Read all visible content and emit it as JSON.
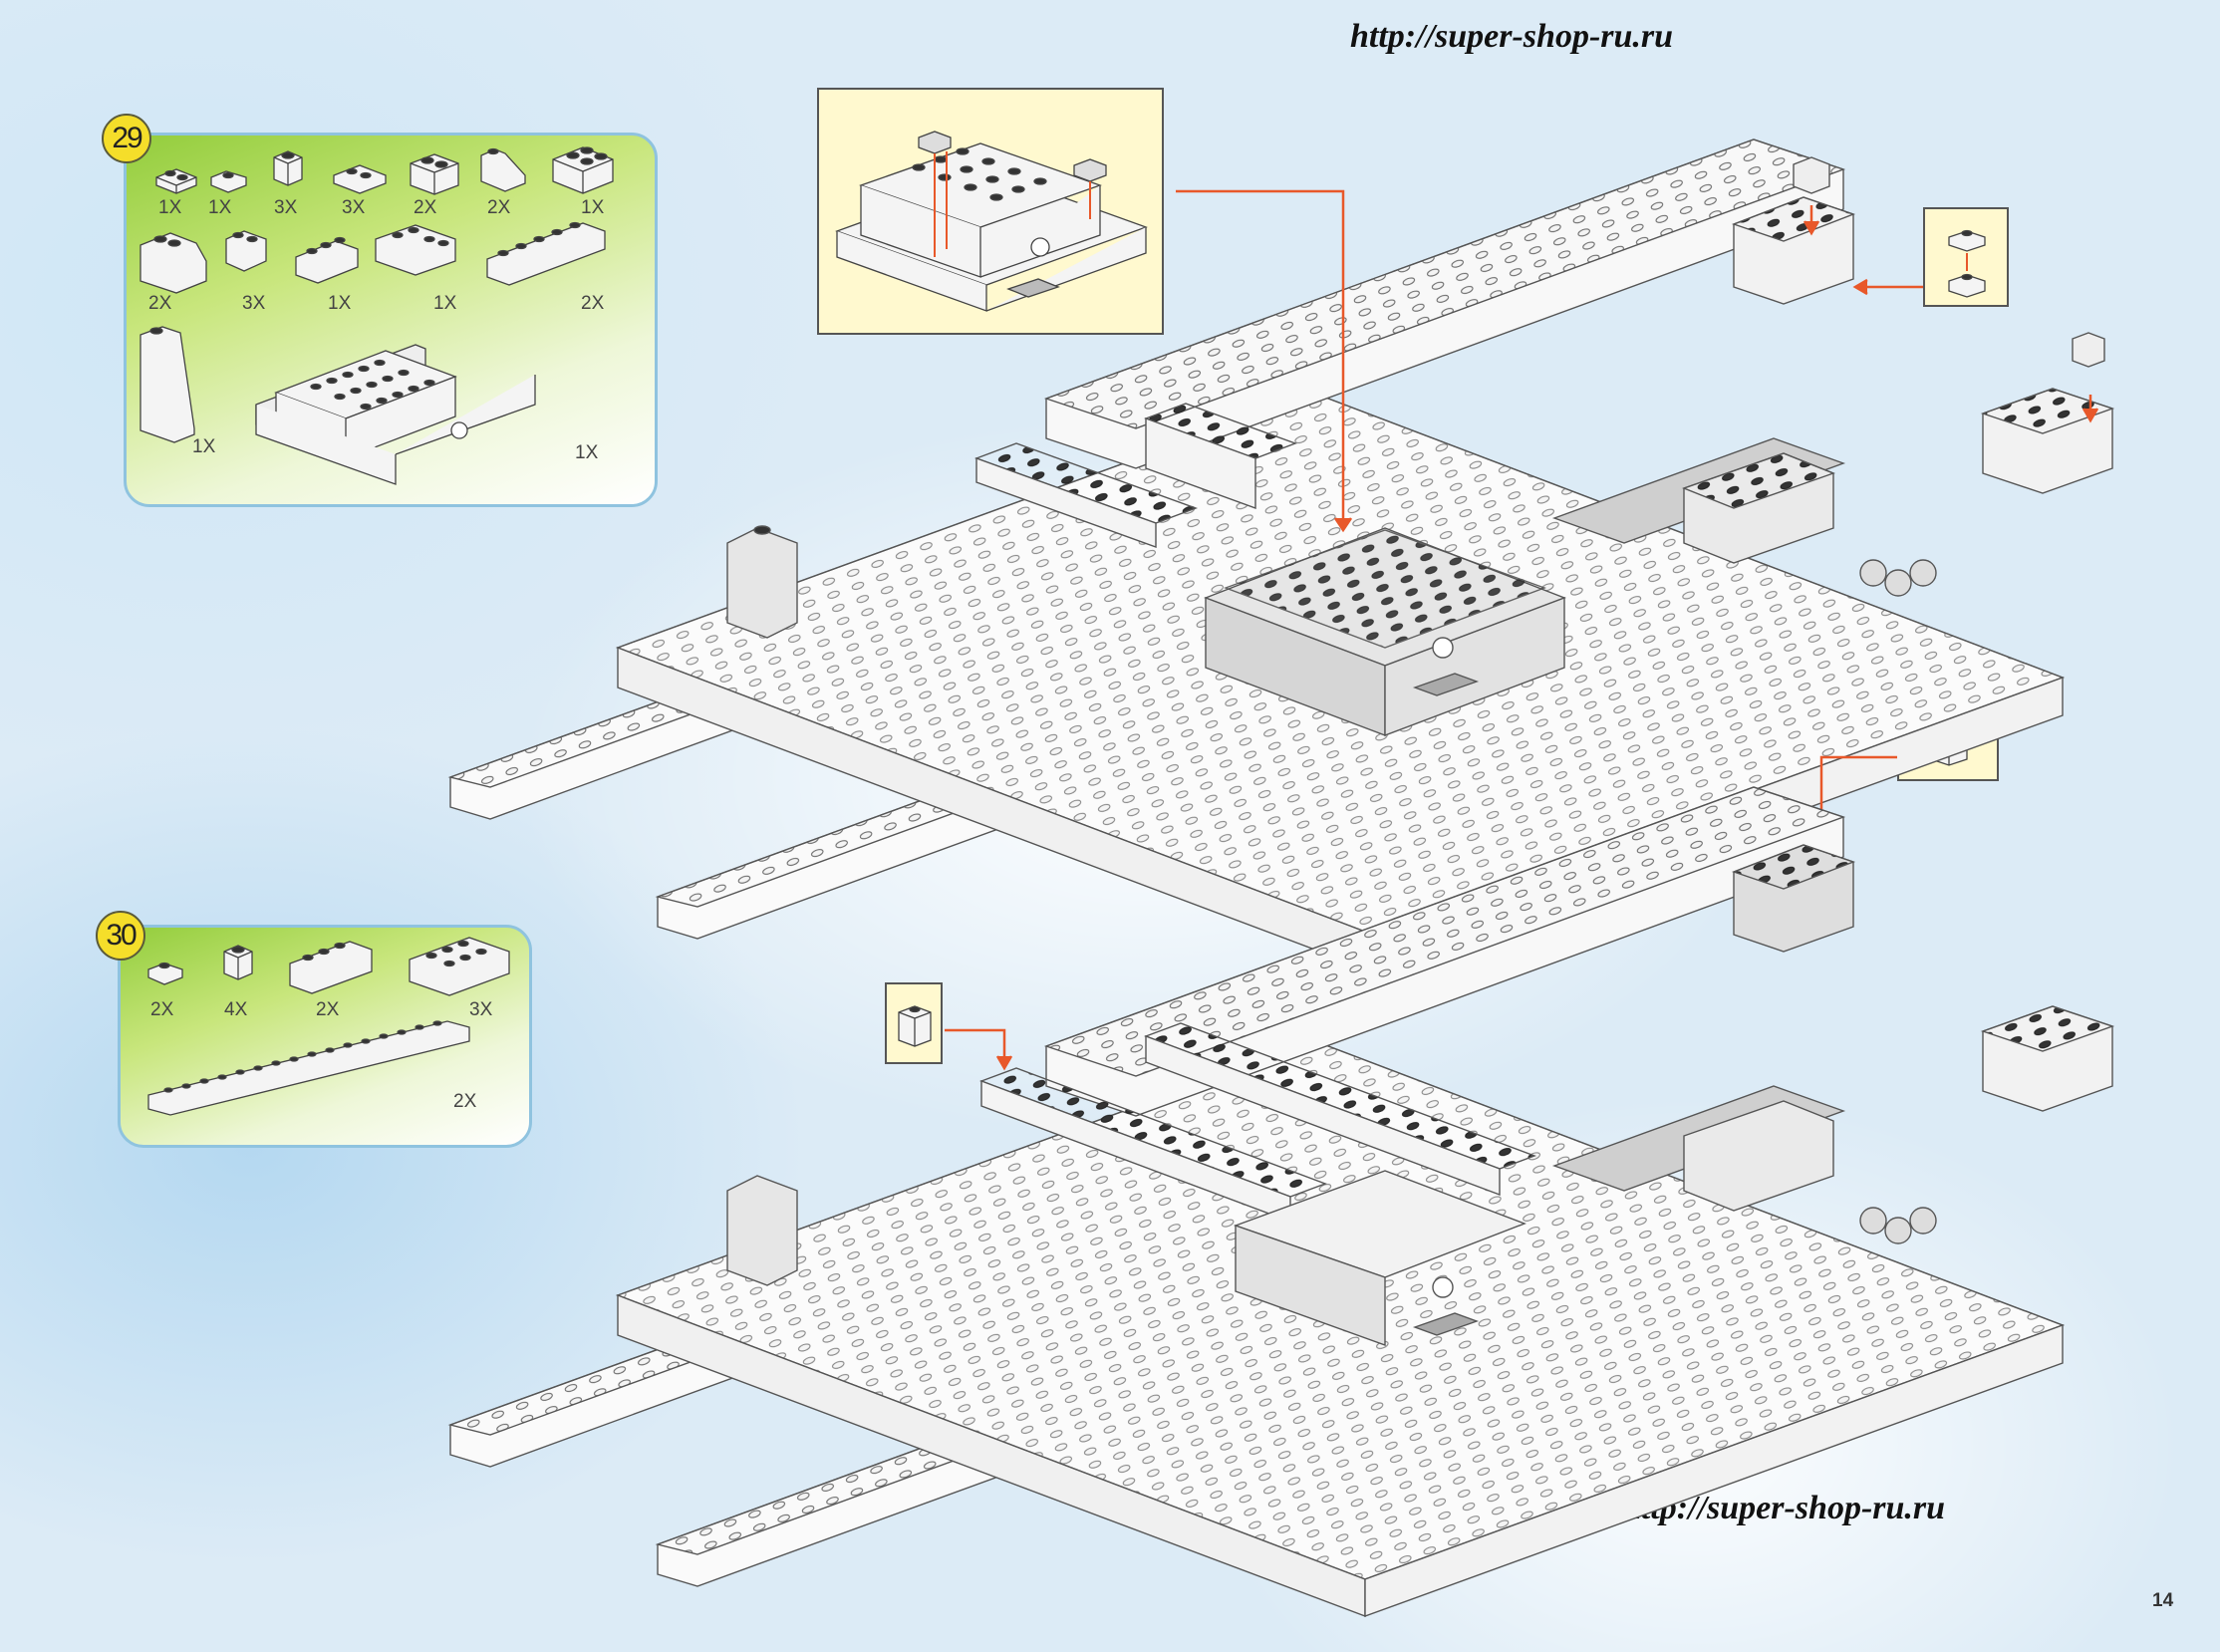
{
  "watermarks": [
    "http://super-shop-ru.ru",
    "http://super-shop-ru.ru",
    "http://super-shop-ru.ru"
  ],
  "page_number": "14",
  "step29": {
    "number": "29",
    "quantities": [
      "1X",
      "1X",
      "3X",
      "3X",
      "2X",
      "2X",
      "1X",
      "2X",
      "3X",
      "1X",
      "1X",
      "2X",
      "1X",
      "1X"
    ]
  },
  "step30": {
    "number": "30",
    "quantities": [
      "2X",
      "4X",
      "2X",
      "3X",
      "2X"
    ]
  },
  "colors": {
    "arrow": "#e8582a",
    "step_green": "#93cd3c",
    "badge_yellow": "#f5de2a",
    "callout_yellow": "#fff9cf"
  }
}
